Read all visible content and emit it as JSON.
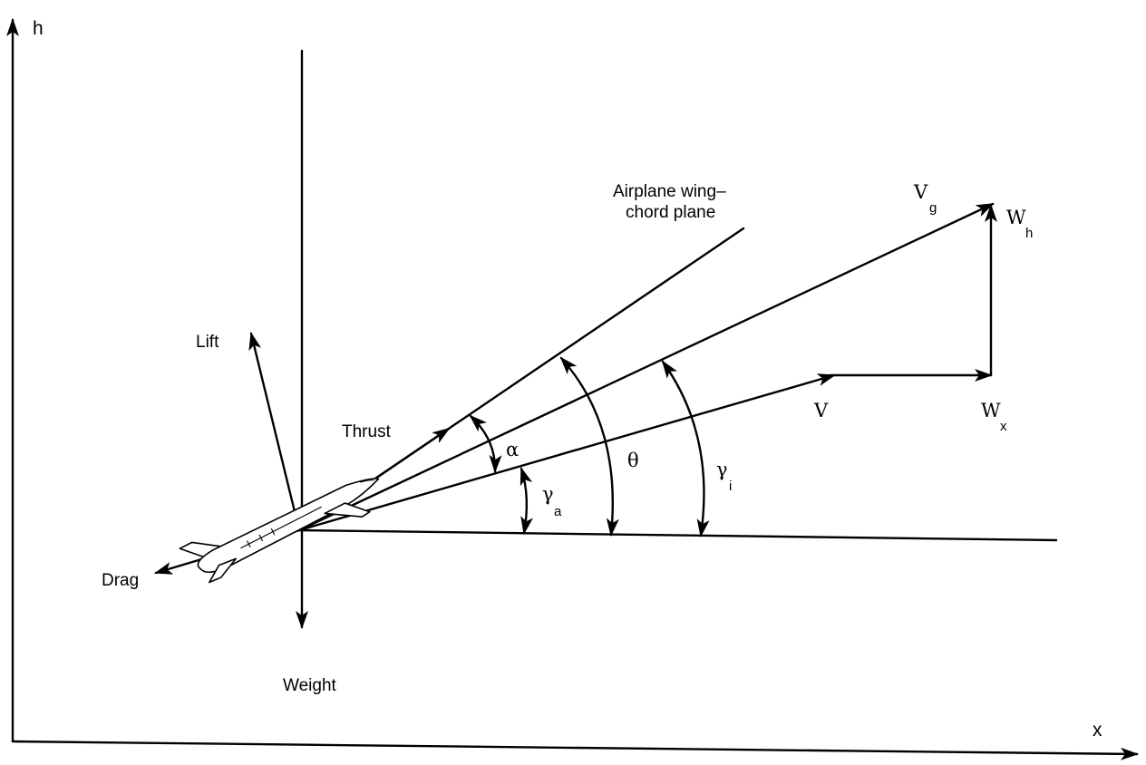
{
  "axes": {
    "vertical": "h",
    "horizontal": "x"
  },
  "forces": {
    "lift": "Lift",
    "thrust": "Thrust",
    "drag": "Drag",
    "weight": "Weight"
  },
  "wing_chord": {
    "line1": "Airplane wing–",
    "line2": "chord plane"
  },
  "velocities": {
    "v": "V",
    "vg": "V",
    "vg_sub": "g",
    "wh": "W",
    "wh_sub": "h",
    "wx": "W",
    "wx_sub": "x"
  },
  "angles": {
    "alpha": "α",
    "theta": "θ",
    "gamma_a": "γ",
    "gamma_a_sub": "a",
    "gamma_i": "γ",
    "gamma_i_sub": "i"
  }
}
